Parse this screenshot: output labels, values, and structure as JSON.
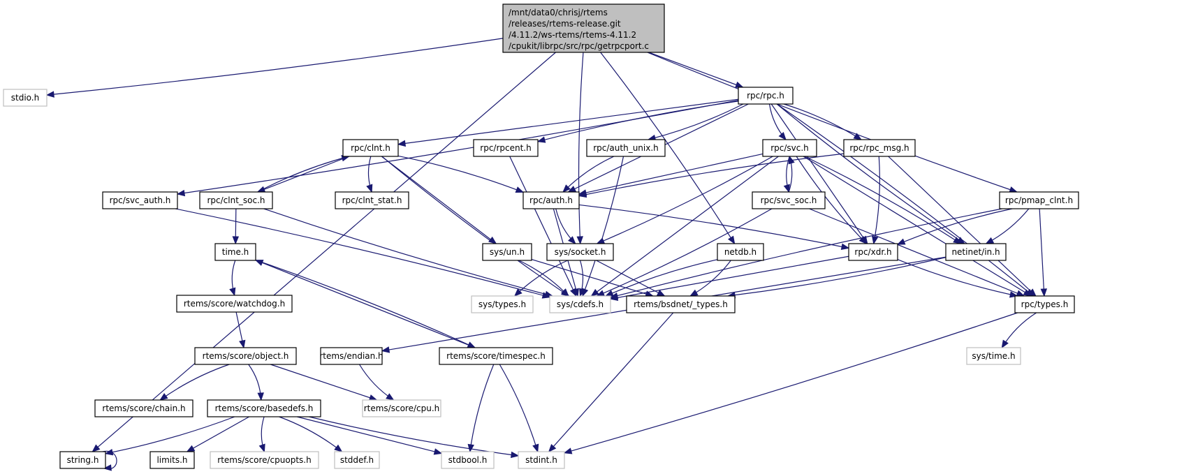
{
  "diagram": {
    "type": "include-dependency-graph",
    "colors": {
      "edge": "#191970",
      "root_fill": "#bfbfbf",
      "node_border": "#000000",
      "external_border": "#bfbfbf"
    },
    "root": {
      "id": "root",
      "lines": [
        "/mnt/data0/chrisj/rtems",
        "/releases/rtems-release.git",
        "/4.11.2/ws-rtems/rtems-4.11.2",
        "/cpukit/librpc/src/rpc/getrpcport.c"
      ]
    },
    "nodes": [
      {
        "id": "stdio",
        "label": "stdio.h",
        "kind": "external"
      },
      {
        "id": "rpc",
        "label": "rpc/rpc.h",
        "kind": "normal"
      },
      {
        "id": "clnt",
        "label": "rpc/clnt.h",
        "kind": "normal"
      },
      {
        "id": "rpcent",
        "label": "rpc/rpcent.h",
        "kind": "normal"
      },
      {
        "id": "auth_unix",
        "label": "rpc/auth_unix.h",
        "kind": "normal"
      },
      {
        "id": "svc",
        "label": "rpc/svc.h",
        "kind": "normal"
      },
      {
        "id": "rpc_msg",
        "label": "rpc/rpc_msg.h",
        "kind": "normal"
      },
      {
        "id": "svc_auth",
        "label": "rpc/svc_auth.h",
        "kind": "normal"
      },
      {
        "id": "clnt_soc",
        "label": "rpc/clnt_soc.h",
        "kind": "normal"
      },
      {
        "id": "clnt_stat",
        "label": "rpc/clnt_stat.h",
        "kind": "normal"
      },
      {
        "id": "auth",
        "label": "rpc/auth.h",
        "kind": "normal"
      },
      {
        "id": "svc_soc",
        "label": "rpc/svc_soc.h",
        "kind": "normal"
      },
      {
        "id": "pmap_clnt",
        "label": "rpc/pmap_clnt.h",
        "kind": "normal"
      },
      {
        "id": "time",
        "label": "time.h",
        "kind": "normal"
      },
      {
        "id": "sys_un",
        "label": "sys/un.h",
        "kind": "normal"
      },
      {
        "id": "sys_socket",
        "label": "sys/socket.h",
        "kind": "normal"
      },
      {
        "id": "netdb",
        "label": "netdb.h",
        "kind": "normal"
      },
      {
        "id": "xdr",
        "label": "rpc/xdr.h",
        "kind": "normal"
      },
      {
        "id": "netinet_in",
        "label": "netinet/in.h",
        "kind": "normal"
      },
      {
        "id": "sys_types",
        "label": "sys/types.h",
        "kind": "external"
      },
      {
        "id": "sys_cdefs",
        "label": "sys/cdefs.h",
        "kind": "external"
      },
      {
        "id": "bsdnet_types",
        "label": "rtems/bsdnet/_types.h",
        "kind": "normal"
      },
      {
        "id": "rpc_types",
        "label": "rpc/types.h",
        "kind": "normal"
      },
      {
        "id": "watchdog",
        "label": "rtems/score/watchdog.h",
        "kind": "normal"
      },
      {
        "id": "sys_time",
        "label": "sys/time.h",
        "kind": "external"
      },
      {
        "id": "object",
        "label": "rtems/score/object.h",
        "kind": "normal"
      },
      {
        "id": "endian",
        "label": "rtems/endian.h",
        "kind": "normal"
      },
      {
        "id": "timespec",
        "label": "rtems/score/timespec.h",
        "kind": "normal"
      },
      {
        "id": "chain",
        "label": "rtems/score/chain.h",
        "kind": "normal"
      },
      {
        "id": "basedefs",
        "label": "rtems/score/basedefs.h",
        "kind": "normal"
      },
      {
        "id": "cpu",
        "label": "rtems/score/cpu.h",
        "kind": "external"
      },
      {
        "id": "string",
        "label": "string.h",
        "kind": "normal"
      },
      {
        "id": "limits",
        "label": "limits.h",
        "kind": "normal"
      },
      {
        "id": "cpuopts",
        "label": "rtems/score/cpuopts.h",
        "kind": "external"
      },
      {
        "id": "stddef",
        "label": "stddef.h",
        "kind": "external"
      },
      {
        "id": "stdbool",
        "label": "stdbool.h",
        "kind": "external"
      },
      {
        "id": "stdint",
        "label": "stdint.h",
        "kind": "external"
      }
    ],
    "edges": [
      [
        "root",
        "stdio"
      ],
      [
        "root",
        "string"
      ],
      [
        "root",
        "sys_socket"
      ],
      [
        "root",
        "netdb"
      ],
      [
        "root",
        "rpc"
      ],
      [
        "root",
        "pmap_clnt"
      ],
      [
        "rpc",
        "svc_auth"
      ],
      [
        "rpc",
        "clnt"
      ],
      [
        "rpc",
        "rpcent"
      ],
      [
        "rpc",
        "auth_unix"
      ],
      [
        "rpc",
        "auth"
      ],
      [
        "rpc",
        "svc"
      ],
      [
        "rpc",
        "rpc_msg"
      ],
      [
        "rpc",
        "xdr"
      ],
      [
        "rpc",
        "netinet_in"
      ],
      [
        "rpc",
        "rpc_types"
      ],
      [
        "clnt",
        "clnt_soc"
      ],
      [
        "clnt",
        "clnt_stat"
      ],
      [
        "clnt",
        "auth"
      ],
      [
        "clnt",
        "sys_un"
      ],
      [
        "clnt",
        "sys_cdefs"
      ],
      [
        "clnt_soc",
        "clnt"
      ],
      [
        "clnt_soc",
        "time"
      ],
      [
        "clnt_soc",
        "sys_cdefs"
      ],
      [
        "svc_auth",
        "sys_cdefs"
      ],
      [
        "rpcent",
        "sys_cdefs"
      ],
      [
        "auth_unix",
        "auth"
      ],
      [
        "auth_unix",
        "sys_cdefs"
      ],
      [
        "svc",
        "auth"
      ],
      [
        "svc",
        "svc_soc"
      ],
      [
        "svc",
        "sys_socket"
      ],
      [
        "svc",
        "sys_cdefs"
      ],
      [
        "svc",
        "xdr"
      ],
      [
        "svc",
        "netinet_in"
      ],
      [
        "svc",
        "rpc_types"
      ],
      [
        "svc_soc",
        "svc"
      ],
      [
        "svc_soc",
        "sys_cdefs"
      ],
      [
        "svc_soc",
        "rpc_types"
      ],
      [
        "rpc_msg",
        "auth"
      ],
      [
        "rpc_msg",
        "xdr"
      ],
      [
        "rpc_msg",
        "rpc_types"
      ],
      [
        "auth",
        "sys_socket"
      ],
      [
        "auth",
        "xdr"
      ],
      [
        "auth",
        "sys_cdefs"
      ],
      [
        "pmap_clnt",
        "xdr"
      ],
      [
        "pmap_clnt",
        "netinet_in"
      ],
      [
        "pmap_clnt",
        "rpc_types"
      ],
      [
        "pmap_clnt",
        "sys_cdefs"
      ],
      [
        "sys_un",
        "sys_cdefs"
      ],
      [
        "sys_un",
        "bsdnet_types"
      ],
      [
        "sys_socket",
        "sys_types"
      ],
      [
        "sys_socket",
        "sys_cdefs"
      ],
      [
        "sys_socket",
        "bsdnet_types"
      ],
      [
        "netdb",
        "sys_cdefs"
      ],
      [
        "netdb",
        "bsdnet_types"
      ],
      [
        "xdr",
        "sys_cdefs"
      ],
      [
        "xdr",
        "rpc_types"
      ],
      [
        "netinet_in",
        "bsdnet_types"
      ],
      [
        "netinet_in",
        "endian"
      ],
      [
        "rpc_types",
        "sys_time"
      ],
      [
        "rpc_types",
        "stdint"
      ],
      [
        "bsdnet_types",
        "stdint"
      ],
      [
        "time",
        "watchdog"
      ],
      [
        "time",
        "timespec"
      ],
      [
        "timespec",
        "time"
      ],
      [
        "timespec",
        "stdbool"
      ],
      [
        "timespec",
        "stdint"
      ],
      [
        "watchdog",
        "object"
      ],
      [
        "object",
        "chain"
      ],
      [
        "object",
        "basedefs"
      ],
      [
        "object",
        "cpu"
      ],
      [
        "endian",
        "cpu"
      ],
      [
        "basedefs",
        "string"
      ],
      [
        "basedefs",
        "limits"
      ],
      [
        "basedefs",
        "cpuopts"
      ],
      [
        "basedefs",
        "stddef"
      ],
      [
        "basedefs",
        "stdbool"
      ],
      [
        "basedefs",
        "stdint"
      ],
      [
        "string",
        "string"
      ]
    ]
  }
}
